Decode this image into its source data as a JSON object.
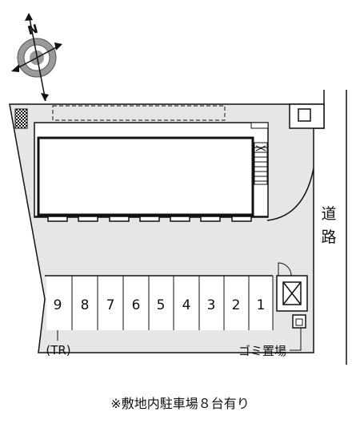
{
  "compass": {
    "north_label": "N"
  },
  "road_label_chars": [
    "道",
    "路"
  ],
  "parking_numbers": [
    "9",
    "8",
    "7",
    "6",
    "5",
    "4",
    "3",
    "2",
    "1"
  ],
  "trunk_room_label": "(TR)",
  "garbage_label": "ゴミ置場",
  "footnote": "※敷地内駐車場８台有り",
  "colors": {
    "site_fill": "#e6e6e6",
    "building_fill": "#ffffff",
    "line": "#111111",
    "compass_gray": "#999999"
  }
}
